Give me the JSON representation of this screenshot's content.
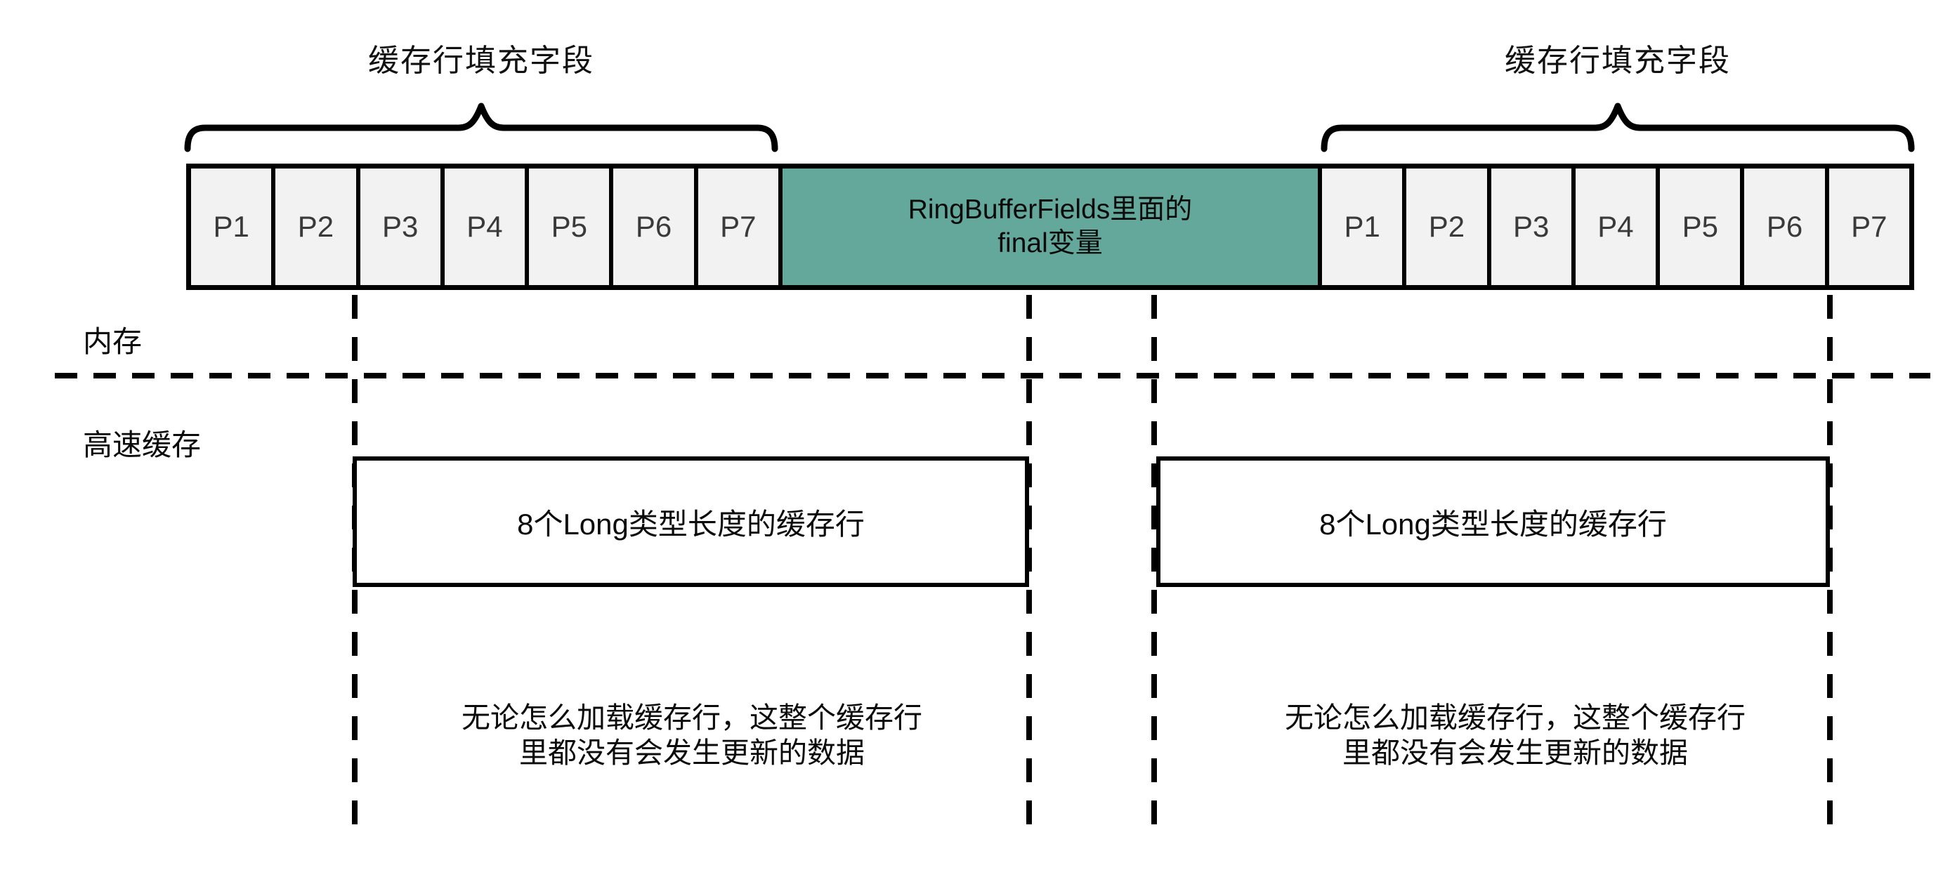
{
  "colors": {
    "teal": "#63a89a",
    "cell_bg": "#f2f2f3",
    "line": "#000000"
  },
  "braces": {
    "left_label": "缓存行填充字段",
    "right_label": "缓存行填充字段"
  },
  "row_labels": {
    "memory": "内存",
    "cache": "高速缓存"
  },
  "memory_row": {
    "left_cells": [
      "P1",
      "P2",
      "P3",
      "P4",
      "P5",
      "P6",
      "P7"
    ],
    "center_line1": "RingBufferFields里面的",
    "center_line2": "final变量",
    "right_cells": [
      "P1",
      "P2",
      "P3",
      "P4",
      "P5",
      "P6",
      "P7"
    ]
  },
  "cache_lines": {
    "left_label": "8个Long类型长度的缓存行",
    "right_label": "8个Long类型长度的缓存行"
  },
  "notes": {
    "left_line1": "无论怎么加载缓存行，这整个缓存行",
    "left_line2": "里都没有会发生更新的数据",
    "right_line1": "无论怎么加载缓存行，这整个缓存行",
    "right_line2": "里都没有会发生更新的数据"
  }
}
